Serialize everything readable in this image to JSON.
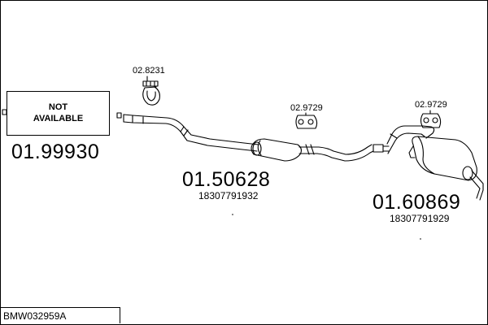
{
  "parts": {
    "front": {
      "part_no": "01.99930",
      "placeholder_line1": "NOT",
      "placeholder_line2": "AVAILABLE"
    },
    "middle": {
      "part_no": "01.50628",
      "oe_no": "18307791932"
    },
    "rear": {
      "part_no": "01.60869",
      "oe_no": "18307791929"
    }
  },
  "accessories": {
    "clamp": "02.8231",
    "mount_middle": "02.9729",
    "mount_rear": "02.9729"
  },
  "reference": "BMW032959A",
  "colors": {
    "line": "#000000",
    "background": "#ffffff"
  }
}
